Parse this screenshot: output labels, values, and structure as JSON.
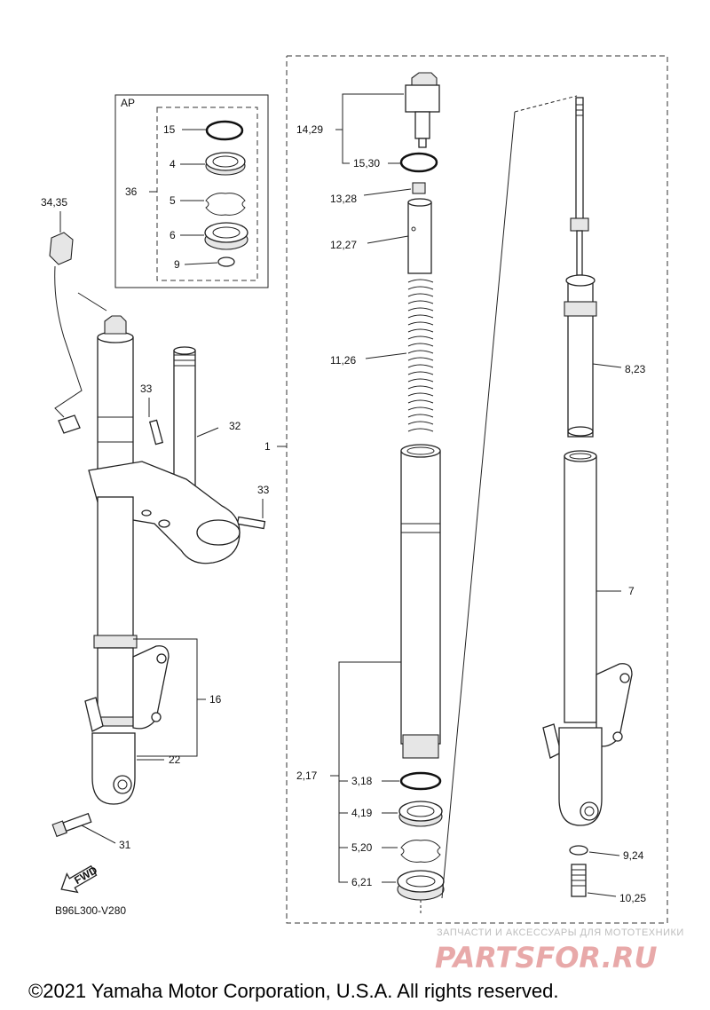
{
  "diagram": {
    "inset_label": "AP",
    "code": "B96L300-V280",
    "fwd_label": "FWD",
    "labels": {
      "l15_inset": "15",
      "l4_inset": "4",
      "l36": "36",
      "l5_inset": "5",
      "l6_inset": "6",
      "l9_inset": "9",
      "l34_35": "34,35",
      "l33a": "33",
      "l32": "32",
      "l33b": "33",
      "l16": "16",
      "l22": "22",
      "l31": "31",
      "l14_29": "14,29",
      "l15_30": "15,30",
      "l13_28": "13,28",
      "l12_27": "12,27",
      "l11_26": "11,26",
      "l1": "1",
      "l8_23": "8,23",
      "l7": "7",
      "l2_17": "2,17",
      "l3_18": "3,18",
      "l4_19": "4,19",
      "l5_20": "5,20",
      "l6_21": "6,21",
      "l9_24": "9,24",
      "l10_25": "10,25"
    }
  },
  "watermark": {
    "small": "ЗАПЧАСТИ И АКСЕССУАРЫ ДЛЯ МОТОТЕХНИКИ",
    "big": "PARTSFOR.RU"
  },
  "footer": {
    "copyright": "©2021 Yamaha Motor Corporation, U.S.A. All rights reserved."
  }
}
